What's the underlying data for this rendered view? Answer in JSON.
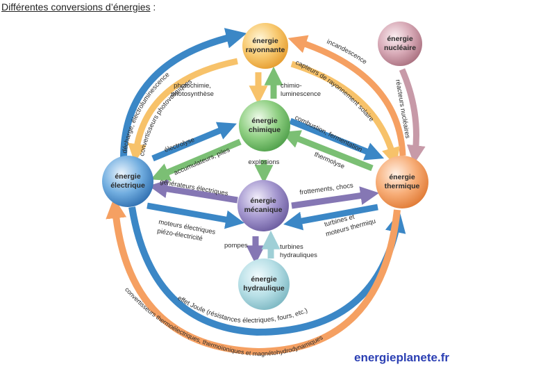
{
  "heading": {
    "title": "Différentes conversions d’énergies",
    "suffix": " :"
  },
  "colors": {
    "blue": "#3b87c6",
    "orange": "#f5a062",
    "yellow": "#f7c26a",
    "green": "#7bbf74",
    "purple": "#8577b4",
    "teal": "#9fcfd6",
    "pink": "#c79aa8"
  },
  "nodes": {
    "rayonnante": [
      "énergie",
      "rayonnante"
    ],
    "nucleaire": [
      "énergie",
      "nucléaire"
    ],
    "chimique": [
      "énergie",
      "chimique"
    ],
    "electrique": [
      "énergie",
      "électrique"
    ],
    "thermique": [
      "énergie",
      "thermique"
    ],
    "mecanique": [
      "énergie",
      "mécanique"
    ],
    "hydraulique": [
      "énergie",
      "hydraulique"
    ]
  },
  "labels": {
    "decharge": "décharge, électroluminescence",
    "convertisseurs_pv": "convertisseurs photovoltaïques",
    "photochimie": [
      "photochimie,",
      "photosynthèse"
    ],
    "chimio": [
      "chimio-",
      "luminescence"
    ],
    "incandescence": "incandescence",
    "capteurs": "capteurs de rayonnement solaire",
    "reacteurs": "réacteurs nucléaires",
    "electrolyse": "électrolyse",
    "accumulateurs": "accumulateurs, piles",
    "combustion": "combustion, fermentation",
    "thermolyse": "thermolyse",
    "explosions": "explosions",
    "generateurs": "générateurs électriques",
    "moteurs_elec": [
      "moteurs électriques,",
      "piézo-électricité"
    ],
    "frottements": "frottements, chocs",
    "turbines_thermiques": [
      "turbines et",
      "moteurs thermiques"
    ],
    "pompes": "pompes",
    "turbines_hydrauliques": [
      "turbines",
      "hydrauliques"
    ],
    "effet_joule": "effet Joule (résistances électriques, fours, etc.)",
    "convertisseurs_thermo": "convertisseurs thermoélectriques, thermoïoniques et magnétohydrodynamiques"
  },
  "watermark": "energieplanete.fr"
}
